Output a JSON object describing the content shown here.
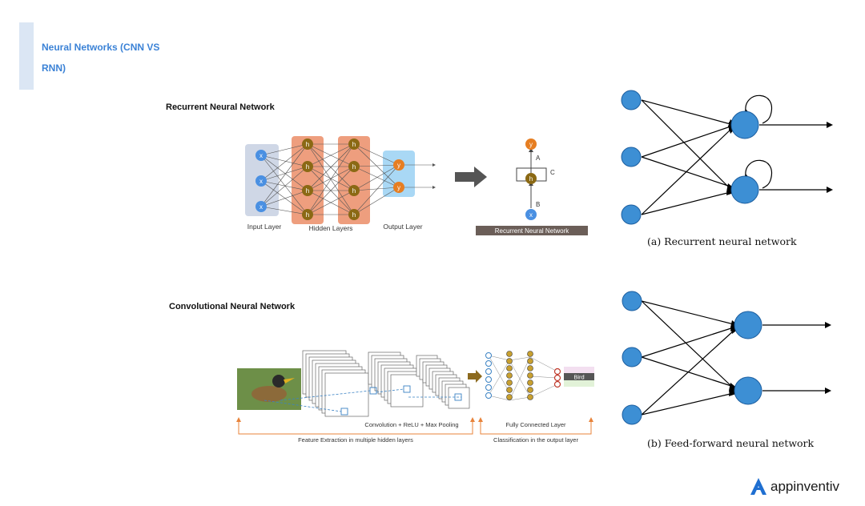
{
  "header": {
    "title": "Neural Networks (CNN VS RNN)"
  },
  "rnn_section": {
    "title": "Recurrent Neural Network",
    "node_x": "x",
    "node_h": "h",
    "node_y": "y",
    "label_input": "Input Layer",
    "label_hidden": "Hidden Layers",
    "label_output": "Output Layer",
    "label_a": "A",
    "label_b": "B",
    "label_c": "C",
    "banner": "Recurrent Neural Network"
  },
  "cnn_section": {
    "title": "Convolutional Neural Network",
    "class_bird": "Bird",
    "label_conv": "Convolution + ReLU + Max Pooling",
    "label_fc": "Fully Connected Layer",
    "label_feature": "Feature Extraction in multiple hidden layers",
    "label_classification": "Classification in the output layer"
  },
  "diagram_a": {
    "caption": "(a) Recurrent neural network"
  },
  "diagram_b": {
    "caption": "(b) Feed-forward neural network"
  },
  "brand": {
    "name": "appinventiv",
    "icon": "appinventiv-logo-icon",
    "color": "#1f6fd1"
  },
  "colors": {
    "accent": "#3b82d6",
    "node_blue": "#4a90e2",
    "node_orange": "#e67e22",
    "node_brown": "#8b6914",
    "hidden_bg": "#ee9e7e"
  }
}
